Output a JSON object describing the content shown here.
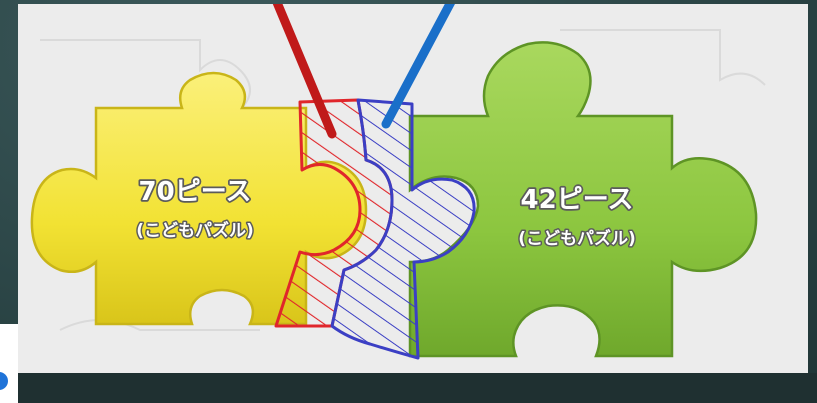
{
  "left_piece": {
    "title": "70ピース",
    "subtitle": "(こどもパズル)",
    "color": "#f2e233"
  },
  "right_piece": {
    "title": "42ピース",
    "subtitle": "(こどもパズル)",
    "color": "#8cc63f"
  },
  "colors": {
    "red_marker": "#c01a1a",
    "blue_marker": "#1a6fc9",
    "hatch_red": "#e0262b",
    "hatch_blue": "#3b3fc4",
    "panel_background": "#ececec",
    "page_background": "#2f4a4b"
  },
  "icons": {
    "corner": "blue-circle-icon"
  }
}
